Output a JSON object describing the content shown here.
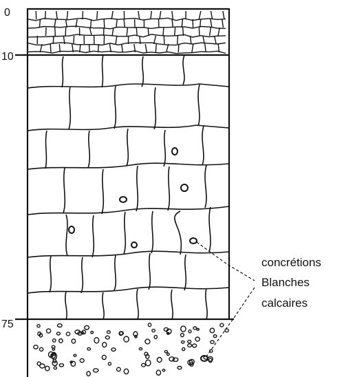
{
  "depth_labels": {
    "top": "0",
    "upper_boundary": "10",
    "lower_boundary": "75"
  },
  "annotation": {
    "line1": "concrétions",
    "line2": "Blanches",
    "line3": "calcaires"
  }
}
